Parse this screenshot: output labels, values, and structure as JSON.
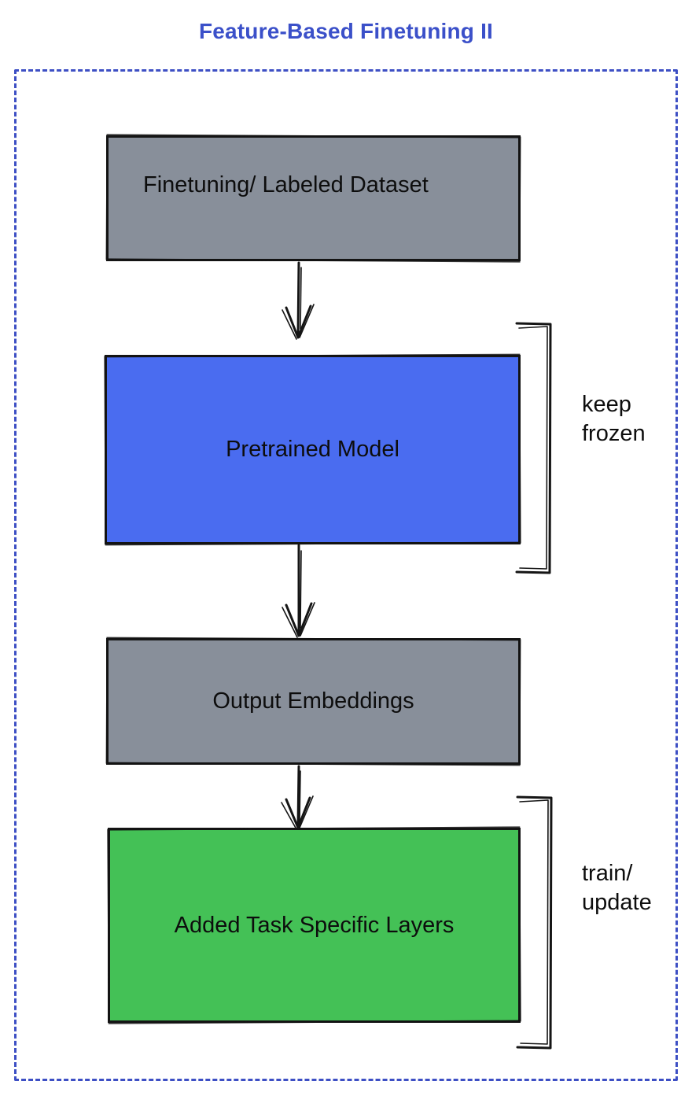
{
  "title": "Feature-Based Finetuning II",
  "colors": {
    "title": "#3b50c9",
    "frame": "#3d4fc4",
    "gray": "#888f9a",
    "blue": "#4a6cf0",
    "green": "#44c156",
    "ink": "#151515"
  },
  "nodes": [
    {
      "label": "Finetuning/ Labeled Dataset",
      "fill": "gray"
    },
    {
      "label": "Pretrained Model",
      "fill": "blue"
    },
    {
      "label": "Output Embeddings",
      "fill": "gray"
    },
    {
      "label": "Added Task Specific Layers",
      "fill": "green"
    }
  ],
  "annotations": [
    {
      "lines": [
        "keep",
        "frozen"
      ]
    },
    {
      "lines": [
        "train/",
        "update"
      ]
    }
  ]
}
